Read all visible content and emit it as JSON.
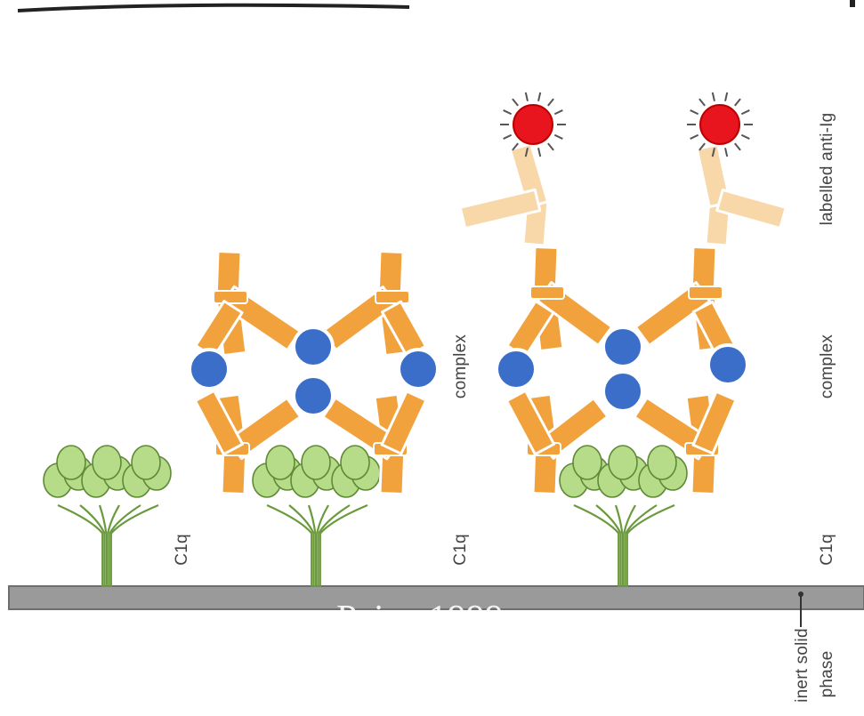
{
  "labels": {
    "c1q": "C1q",
    "complex": "complex",
    "labelled_anti_ig": "labelled anti-Ig",
    "inert_solid": "inert solid",
    "phase": "phase"
  },
  "watermark": "Paige 1999",
  "colors": {
    "antibody": "#f2a23c",
    "antibody_outline": "#ffffff",
    "antigen": "#3b6ec8",
    "c1q_head": "#b6dc8a",
    "c1q_stem": "#6a9a3c",
    "anti_ig": "#f8d7a8",
    "label": "#e8141e",
    "solid_phase": "#9a9a9a"
  }
}
